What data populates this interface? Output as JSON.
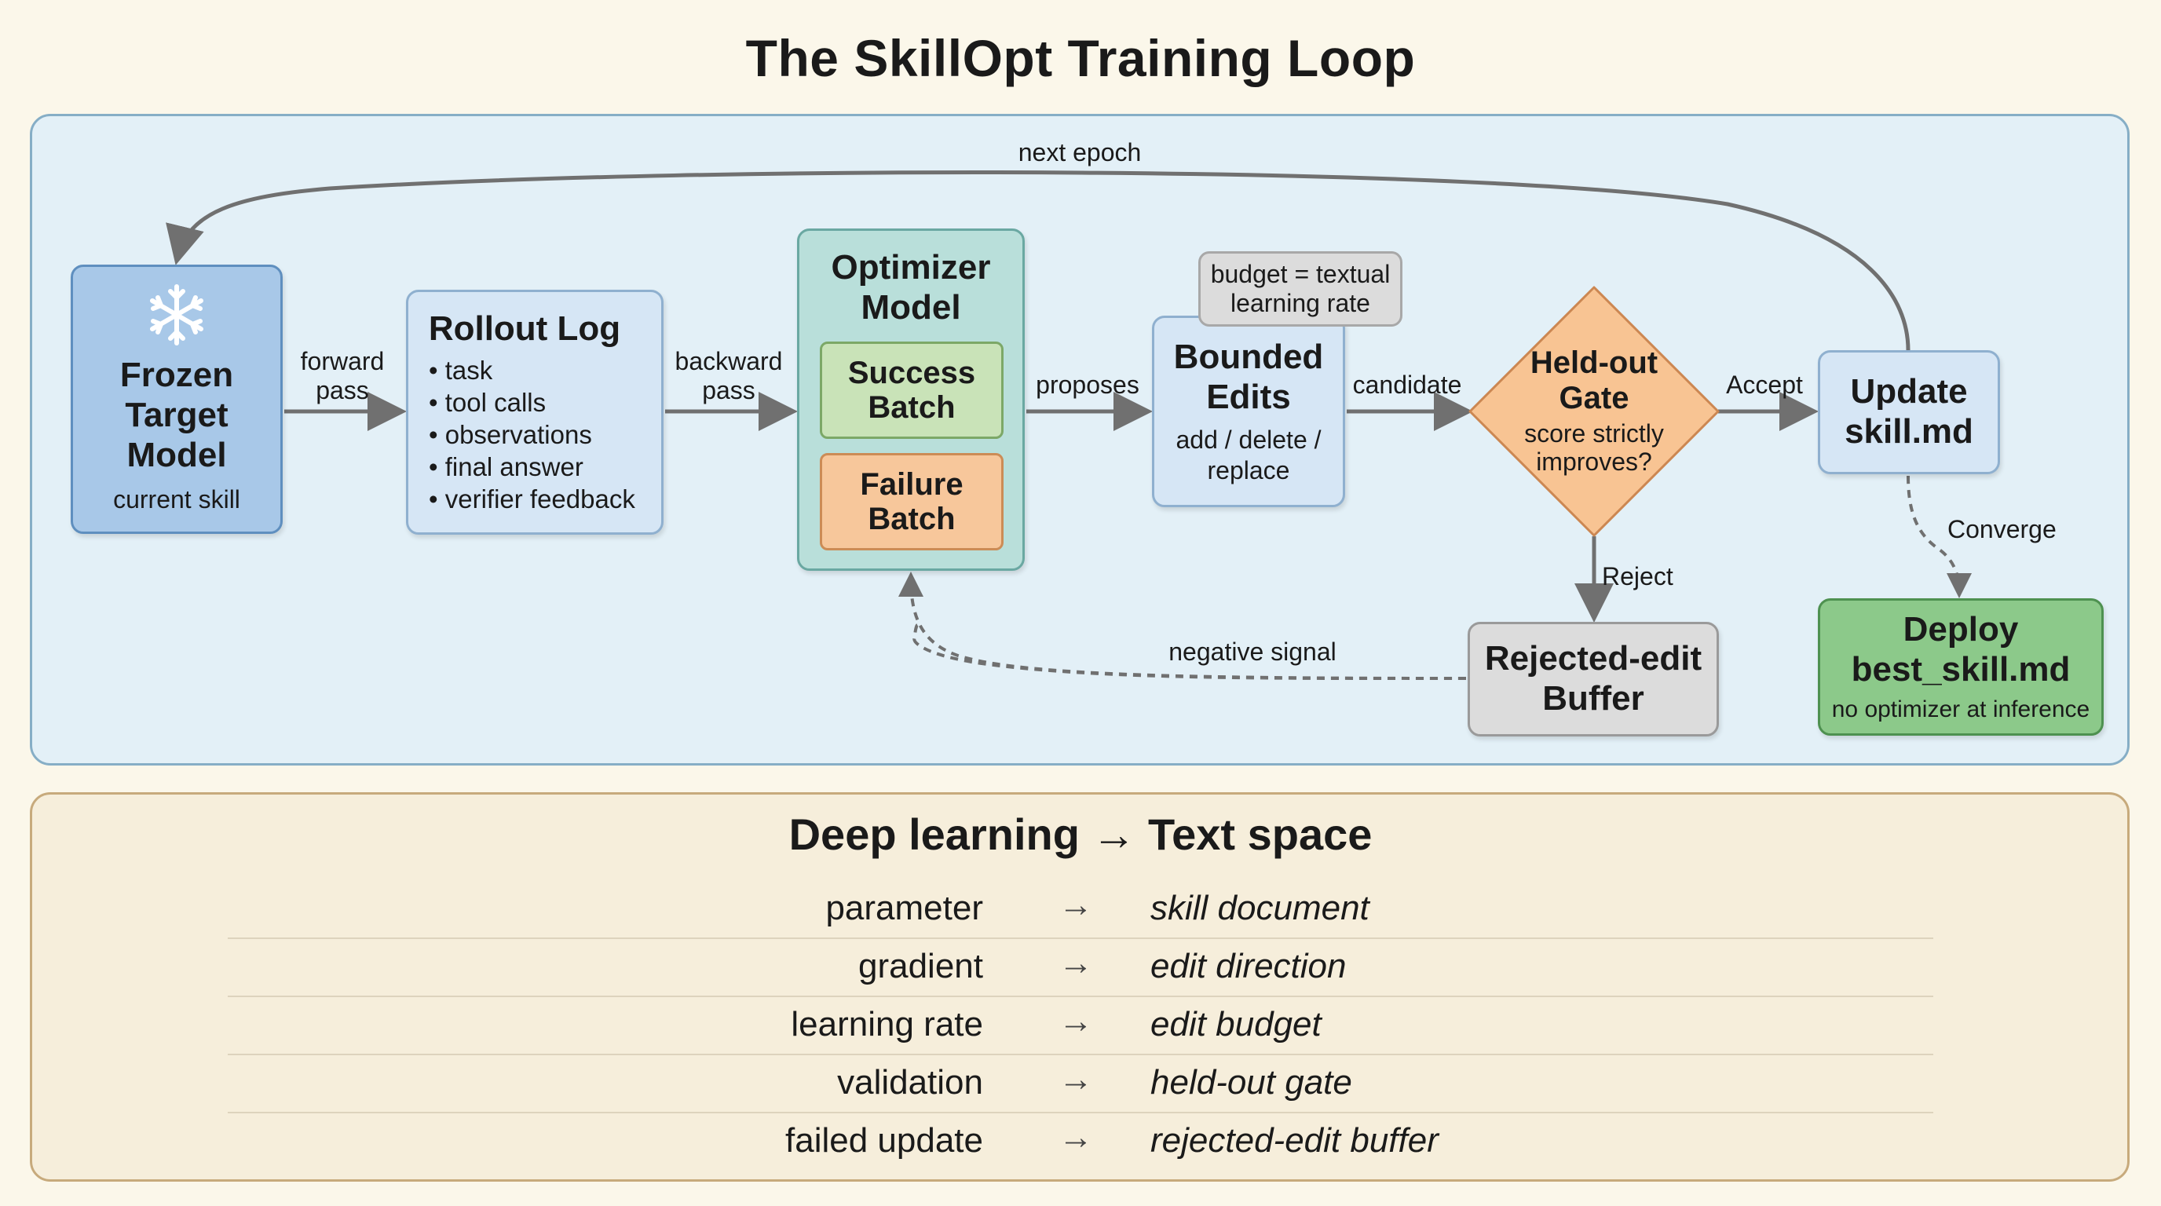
{
  "title": "The SkillOpt Training Loop",
  "nodes": {
    "frozen": {
      "title": "Frozen Target Model",
      "subtitle": "current skill",
      "icon": "snowflake-icon"
    },
    "rollout": {
      "title": "Rollout Log",
      "items": [
        "• task",
        "• tool calls",
        "• observations",
        "• final answer",
        "• verifier feedback"
      ]
    },
    "optimizer": {
      "title": "Optimizer Model",
      "success": "Success Batch",
      "failure": "Failure Batch"
    },
    "bounded": {
      "title": "Bounded Edits",
      "subtitle": "add / delete / replace",
      "note": "budget = textual learning rate"
    },
    "gate": {
      "title": "Held-out Gate",
      "subtitle": "score strictly improves?"
    },
    "update": {
      "title": "Update skill.md"
    },
    "rejected": {
      "title": "Rejected-edit Buffer"
    },
    "deploy": {
      "title": "Deploy best_skill.md",
      "subtitle": "no optimizer at inference"
    }
  },
  "edges": {
    "next_epoch": "next epoch",
    "forward": "forward pass",
    "backward": "backward pass",
    "proposes": "proposes",
    "candidate": "candidate",
    "accept": "Accept",
    "reject": "Reject",
    "converge": "Converge",
    "negative": "negative signal"
  },
  "mapping": {
    "title": "Deep learning → Text space",
    "rows": [
      {
        "dl": "parameter",
        "ts": "skill document"
      },
      {
        "dl": "gradient",
        "ts": "edit direction"
      },
      {
        "dl": "learning rate",
        "ts": "edit budget"
      },
      {
        "dl": "validation",
        "ts": "held-out gate"
      },
      {
        "dl": "failed update",
        "ts": "rejected-edit buffer"
      }
    ],
    "arrow": "→"
  },
  "colors": {
    "frozen": "#a8c8e8",
    "rollout": "#d6e6f5",
    "optimizer": "#b9dfda",
    "success": "#c9e3b8",
    "failure": "#f7c79b",
    "gate": "#f8c493",
    "rejected": "#dcdcdc",
    "deploy": "#8cc98a",
    "arrow": "#707070"
  }
}
